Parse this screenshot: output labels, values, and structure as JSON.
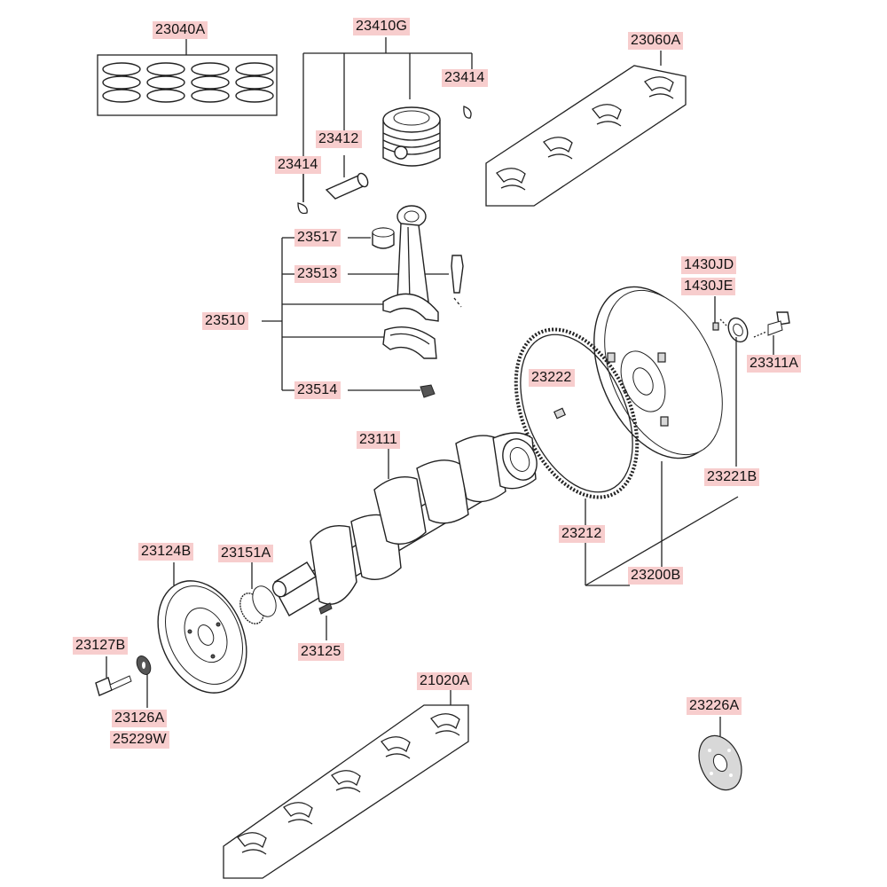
{
  "labels": {
    "p23040A": "23040A",
    "p23410G": "23410G",
    "p23414a": "23414",
    "p23412": "23412",
    "p23414b": "23414",
    "p23060A": "23060A",
    "p23517": "23517",
    "p23513": "23513",
    "p23510": "23510",
    "p23514": "23514",
    "p1430JD": "1430JD",
    "p1430JE": "1430JE",
    "p23311A": "23311A",
    "p23222": "23222",
    "p23111": "23111",
    "p23221B": "23221B",
    "p23124B": "23124B",
    "p23151A": "23151A",
    "p23212": "23212",
    "p23200B": "23200B",
    "p23127B": "23127B",
    "p23125": "23125",
    "p21020A": "21020A",
    "p23126A": "23126A",
    "p25229W": "25229W",
    "p23226A": "23226A"
  }
}
